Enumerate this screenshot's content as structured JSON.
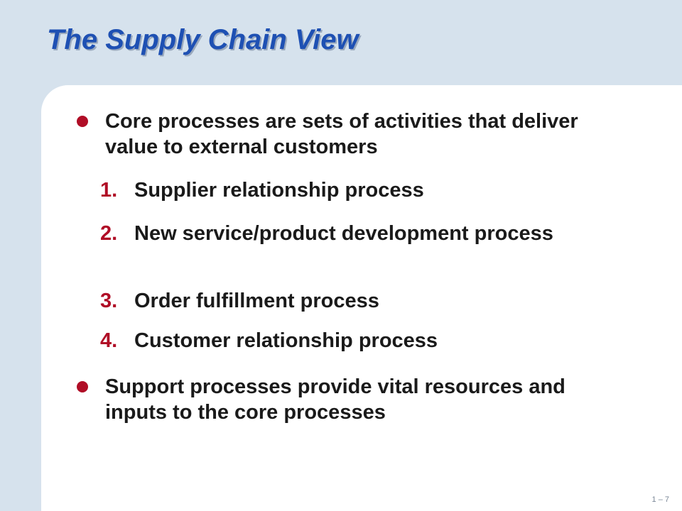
{
  "slide": {
    "title": "The Supply Chain View",
    "page_number": "1 – 7"
  },
  "bullets": [
    {
      "text": "Core processes are sets of activities that deliver value to external customers"
    },
    {
      "text": "Support processes provide vital resources and inputs to the core processes"
    }
  ],
  "core_processes": [
    {
      "number": "1.",
      "text": "Supplier relationship process"
    },
    {
      "number": "2.",
      "text": "New service/product development process"
    },
    {
      "number": "3.",
      "text": "Order fulfillment process"
    },
    {
      "number": "4.",
      "text": "Customer relationship process"
    }
  ],
  "colors": {
    "background": "#d6e2ed",
    "title": "#1e50b3",
    "accent": "#b00d26"
  }
}
